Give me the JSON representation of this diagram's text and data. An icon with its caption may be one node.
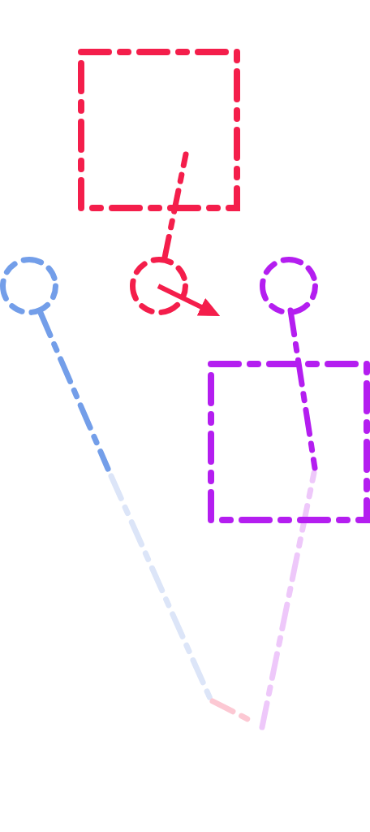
{
  "diagram": {
    "nodes": [
      {
        "text": [],
        "shape": "box"
      },
      {
        "text": [],
        "shape": "circle"
      },
      {
        "text": [],
        "shape": "circle"
      },
      {
        "text": [],
        "shape": "circle"
      },
      {
        "text": [],
        "shape": "box"
      }
    ],
    "edges": [
      {
        "from": 2,
        "to": 0,
        "arrow": "none",
        "style": "dashed",
        "color": "#f41e4b"
      },
      {
        "from": 2,
        "to": null,
        "arrow": "to",
        "color": "#f41e4b"
      },
      {
        "from": 3,
        "to": 4,
        "arrow": "none",
        "style": "dashed",
        "color": "#b41ef0"
      },
      {
        "from": 1,
        "to": null,
        "arrow": "none",
        "style": "dashed",
        "color": "#739ee9"
      }
    ]
  }
}
